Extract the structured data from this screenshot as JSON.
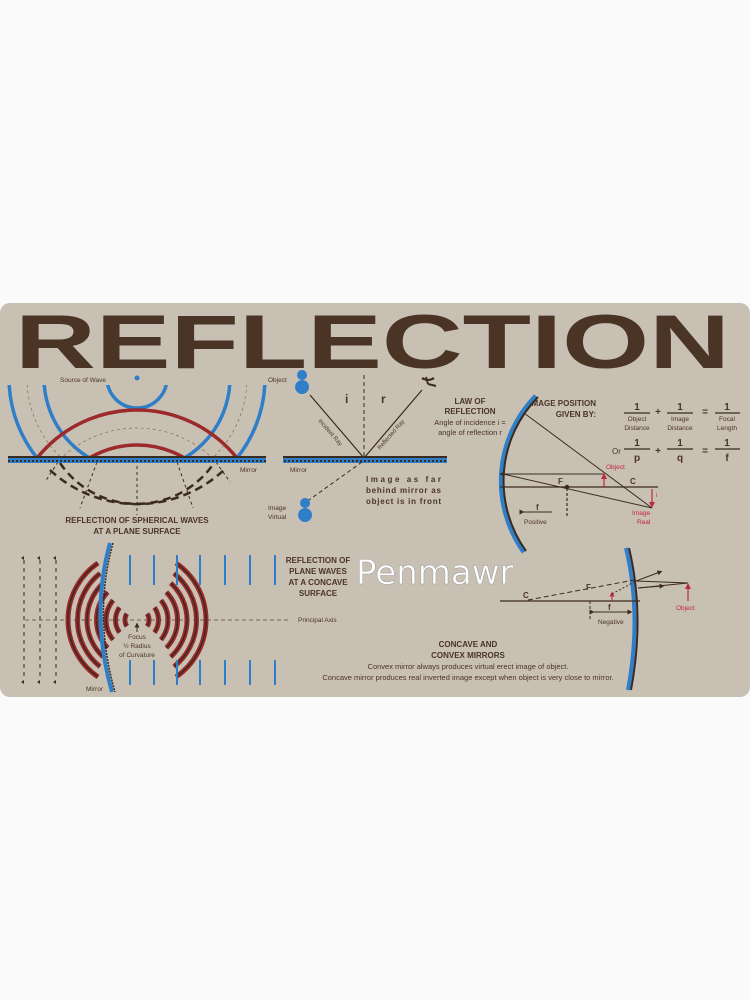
{
  "title": "REFLECTION",
  "watermark": "Penmawr",
  "colors": {
    "background": "#c9c0b4",
    "title": "#4a3426",
    "mirror_blue": "#2f7fc8",
    "wave_red": "#9c2a2a",
    "label_red": "#c0283c"
  },
  "spherical": {
    "source_label": "Source of Wave",
    "mirror_label": "Mirror",
    "caption_1": "REFLECTION OF SPHERICAL WAVES",
    "caption_2": "AT A PLANE SURFACE"
  },
  "law": {
    "object_label": "Object",
    "i_label": "i",
    "r_label": "r",
    "incident_label": "Incident Ray",
    "reflected_label": "Reflected Ray",
    "mirror_label": "Mirror",
    "image_label_1": "Image",
    "image_label_2": "Virtual",
    "note_1": "Image as far",
    "note_2": "behind mirror as",
    "note_3": "object is in front",
    "heading_1": "LAW OF",
    "heading_2": "REFLECTION",
    "desc_1": "Angle of incidence i =",
    "desc_2": "angle of reflection r"
  },
  "formula": {
    "heading_1": "IMAGE POSITION",
    "heading_2": "GIVEN BY:",
    "one": "1",
    "plus": "+",
    "equals": "=",
    "or": "Or",
    "obj_1": "Object",
    "obj_2": "Distance",
    "img_1": "Image",
    "img_2": "Distance",
    "foc_1": "Focal",
    "foc_2": "Length",
    "p": "p",
    "q": "q",
    "f": "f"
  },
  "concave": {
    "object_label": "Object",
    "F": "F",
    "C": "C",
    "i": "i",
    "image_1": "Image",
    "image_2": "Real",
    "f": "f",
    "sign": "Positive"
  },
  "convex": {
    "C": "C",
    "F": "F",
    "f": "f",
    "sign": "Negative",
    "object_label": "Object"
  },
  "plane": {
    "caption_1": "REFLECTION OF",
    "caption_2": "PLANE WAVES",
    "caption_3": "AT A CONCAVE",
    "caption_4": "SURFACE",
    "axis_label": "Principal Axis",
    "focus_1": "Focus",
    "focus_2": "½ Radius",
    "focus_3": "of Curvature",
    "mirror_label": "Mirror"
  },
  "mirrors": {
    "heading_1": "CONCAVE AND",
    "heading_2": "CONVEX MIRRORS",
    "line_1": "Convex mirror always produces virtual erect image of object.",
    "line_2": "Concave mirror produces real inverted image except when object is very close to mirror."
  }
}
